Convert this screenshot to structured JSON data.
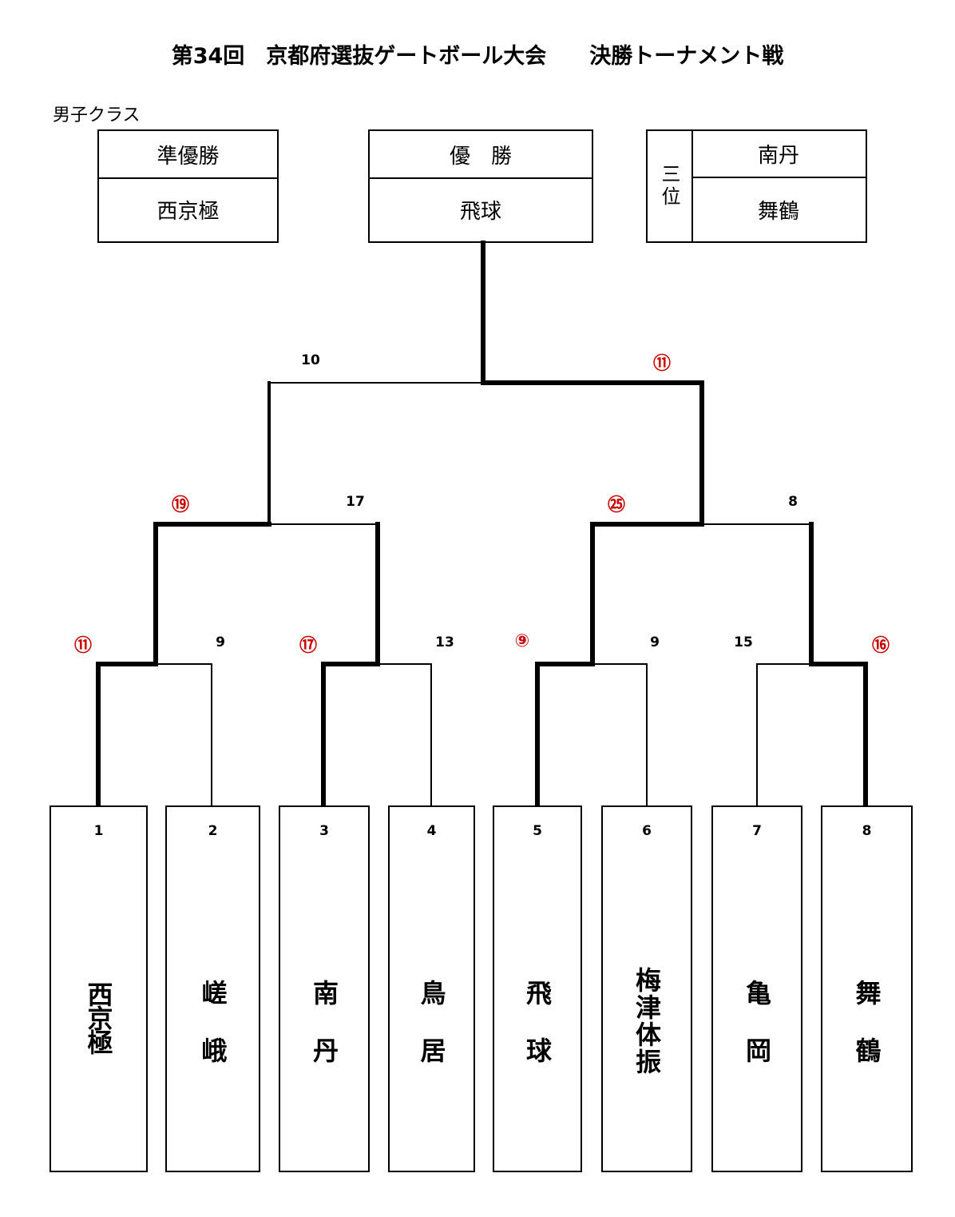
{
  "title": "第34回　京都府選抜ゲートボール大会　　決勝トーナメント戦",
  "class_label": "男子クラス",
  "results": {
    "runner_up": {
      "label": "準優勝",
      "team": "西京極"
    },
    "champion": {
      "label": "優　勝",
      "team": "飛球"
    },
    "third": {
      "label": "三位",
      "teams": [
        "南丹",
        "舞鶴"
      ]
    }
  },
  "colors": {
    "winner_score": "#cc0000",
    "line": "#000000"
  },
  "teams": [
    {
      "seed": "1",
      "name": "西京極"
    },
    {
      "seed": "2",
      "name": "嵯峨"
    },
    {
      "seed": "3",
      "name": "南丹"
    },
    {
      "seed": "4",
      "name": "鳥居"
    },
    {
      "seed": "5",
      "name": "飛球"
    },
    {
      "seed": "6",
      "name": "梅津体振"
    },
    {
      "seed": "7",
      "name": "亀岡"
    },
    {
      "seed": "8",
      "name": "舞鶴"
    }
  ],
  "matches": {
    "round1": [
      {
        "left_score": "⑪",
        "right_score": "9",
        "winner": "left"
      },
      {
        "left_score": "⑰",
        "right_score": "13",
        "winner": "left"
      },
      {
        "left_score": "⑨",
        "right_score": "9",
        "winner": "left"
      },
      {
        "left_score": "15",
        "right_score": "⑯",
        "winner": "right"
      }
    ],
    "semifinal": [
      {
        "left_score": "⑲",
        "right_score": "17",
        "winner": "left"
      },
      {
        "left_score": "㉕",
        "right_score": "8",
        "winner": "left"
      }
    ],
    "final": {
      "left_score": "10",
      "right_score": "⑪",
      "winner": "right"
    }
  }
}
